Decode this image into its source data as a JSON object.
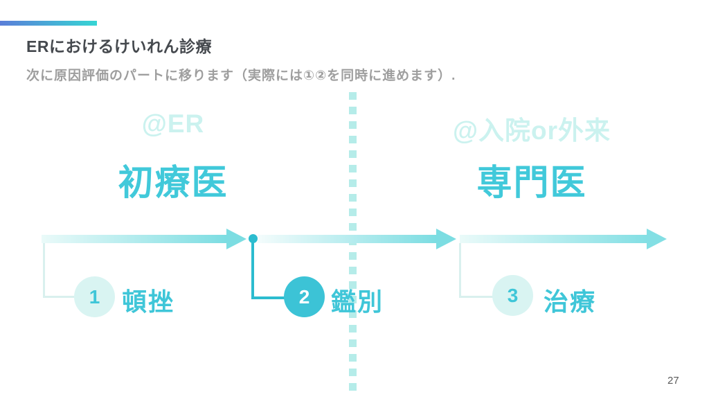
{
  "slide": {
    "title": "ERにおけるけいれん診療",
    "subtitle": "次に原因評価のパートに移ります（実際には①②を同時に進めます）.",
    "page_number": "27"
  },
  "sections": {
    "left": {
      "location": "@ER",
      "role": "初療医"
    },
    "right": {
      "location": "@入院or外来",
      "role": "専門医"
    }
  },
  "steps": [
    {
      "number": "1",
      "label": "頓挫",
      "highlighted": false
    },
    {
      "number": "2",
      "label": "鑑別",
      "highlighted": true
    },
    {
      "number": "3",
      "label": "治療",
      "highlighted": false
    }
  ],
  "colors": {
    "accent_gradient_start": "#5b7ed8",
    "accent_gradient_end": "#36d5d4",
    "title_text": "#45494e",
    "subtitle_text": "#9e9e9e",
    "location_text": "#cbf2ef",
    "role_text": "#41c9da",
    "arrow_teal": "#7cdde2",
    "connector_dark_teal": "#2cbccf",
    "connector_light": "#d9f0ee",
    "step_circle_light": "#d9f4f2",
    "step_circle_solid": "#3cc3d6",
    "step_text": "#3fc6d8",
    "divider_dash": "#b5ece9"
  }
}
